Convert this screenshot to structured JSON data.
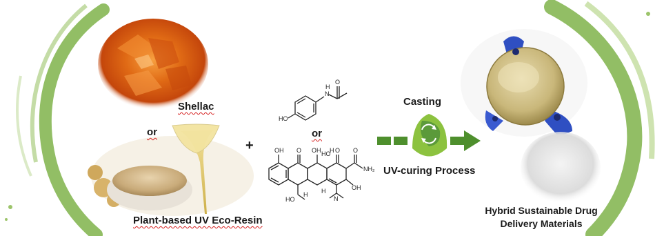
{
  "labels": {
    "shellac": "Shellac",
    "or_left": "or",
    "plus": "+",
    "or_middle": "or",
    "resin": "Plant-based UV Eco-Resin",
    "casting": "Casting",
    "uv_curing": "UV-curing Process",
    "product_line1": "Hybrid Sustainable Drug",
    "product_line2": "Delivery Materials"
  },
  "chem": {
    "para_ho": "HO",
    "para_n": "N",
    "para_h": "H",
    "para_o": "O",
    "tet_oh1": "OH",
    "tet_o1": "O",
    "tet_oh2": "OH",
    "tet_ho": "HO",
    "tet_h1": "H",
    "tet_o2": "O",
    "tet_o3": "O",
    "tet_nh2": "NH₂",
    "tet_oh3": "OH",
    "tet_ho2": "HO",
    "tet_h2": "H",
    "tet_h3": "H",
    "tet_n": "N"
  },
  "colors": {
    "accent_green": "#5b9a3a",
    "arrow_green": "#4e8f2d",
    "ring_green": "#7fb34a",
    "shellac": "#e06a15",
    "glove_blue": "#2f4fc2",
    "underline_red": "#d62020"
  },
  "icons": [
    "green-arrow-icon",
    "recycle-leaf-icon",
    "green-arrow-icon"
  ]
}
